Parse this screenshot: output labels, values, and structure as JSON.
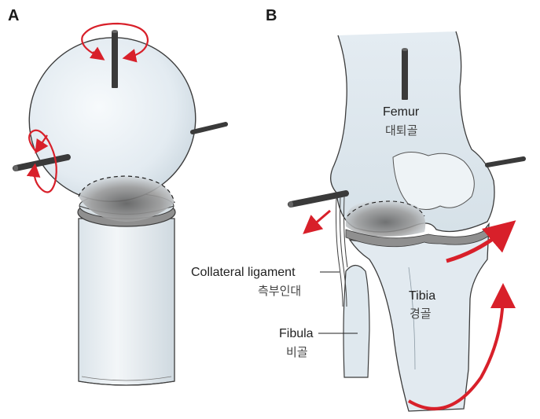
{
  "panels": {
    "a": {
      "letter": "A"
    },
    "b": {
      "letter": "B"
    }
  },
  "labels": {
    "femur": {
      "en": "Femur",
      "ko": "대퇴골"
    },
    "tibia": {
      "en": "Tibia",
      "ko": "경골"
    },
    "collateral_ligament": {
      "en": "Collateral ligament",
      "ko": "측부인대"
    },
    "fibula": {
      "en": "Fibula",
      "ko": "비골"
    }
  },
  "colors": {
    "bone_fill": "#e6eef3",
    "bone_stroke": "#3c3c3c",
    "rotation_arrow": "#d8202a",
    "pin": "#3a3a3a",
    "cartilage": "#8f8f8f"
  },
  "icons": {
    "rotation": "curved-arrow-icon",
    "pin": "axis-pin-icon"
  }
}
